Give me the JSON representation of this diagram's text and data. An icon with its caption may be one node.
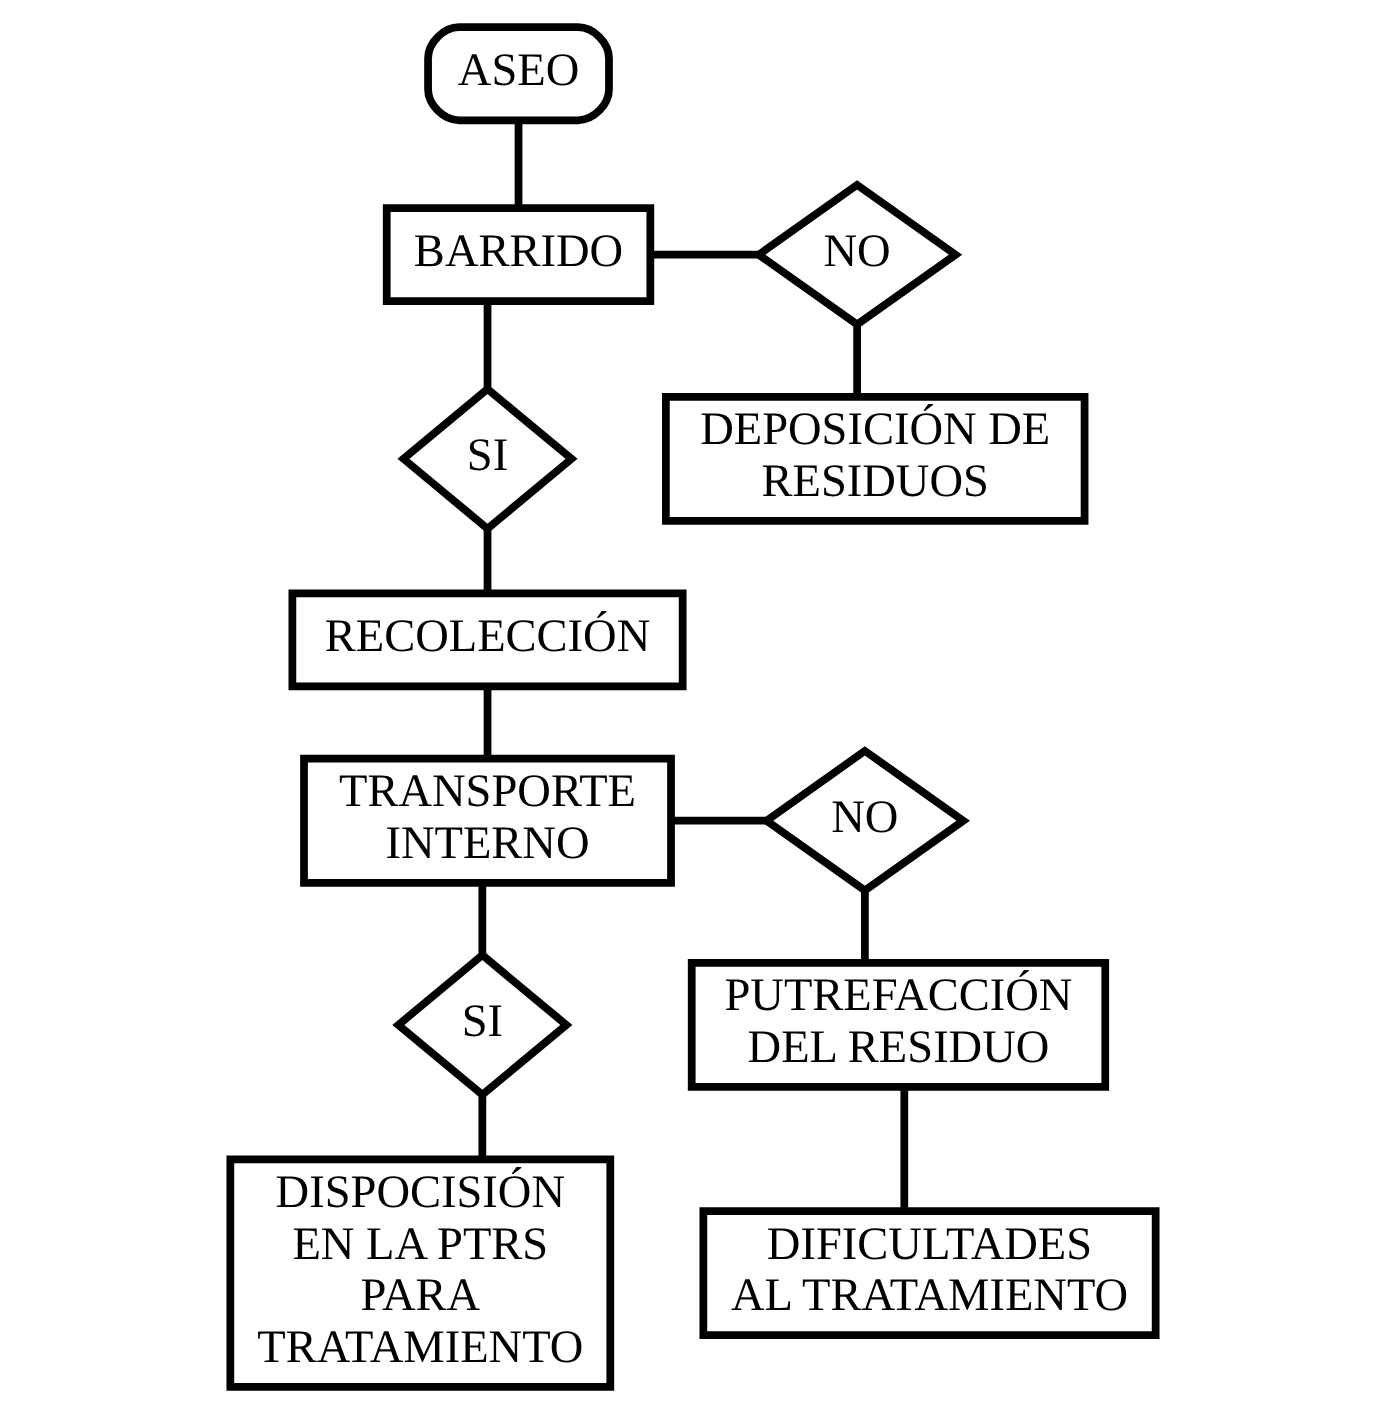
{
  "diagram": {
    "nodes": [
      {
        "text": [
          "ASEO"
        ]
      },
      {
        "text": [
          "BARRIDO"
        ]
      },
      {
        "text": [
          "NO"
        ]
      },
      {
        "text": [
          "DEPOSICIÓN DE RESIDUOS"
        ]
      },
      {
        "text": [
          "SI"
        ]
      },
      {
        "text": [
          "RECOLECCIÓN"
        ]
      },
      {
        "text": [
          "TRANSPORTE INTERNO"
        ]
      },
      {
        "text": [
          "NO"
        ]
      },
      {
        "text": [
          "SI"
        ]
      },
      {
        "text": [
          "PUTREFACCIÓN DEL RESIDUO"
        ]
      },
      {
        "text": [
          "DISPOCISIÓN EN LA PTRS PARA TRATAMIENTO"
        ]
      },
      {
        "text": [
          "DIFICULTADES AL TRATAMIENTO"
        ]
      }
    ],
    "edges": [
      {
        "from": 0,
        "to": 1,
        "arrow": "none"
      },
      {
        "from": 1,
        "to": 2,
        "arrow": "none"
      },
      {
        "from": 2,
        "to": 3,
        "arrow": "none"
      },
      {
        "from": 1,
        "to": 4,
        "arrow": "none"
      },
      {
        "from": 4,
        "to": 5,
        "arrow": "none"
      },
      {
        "from": 5,
        "to": 6,
        "arrow": "none"
      },
      {
        "from": 6,
        "to": 7,
        "arrow": "none"
      },
      {
        "from": 7,
        "to": 9,
        "arrow": "none"
      },
      {
        "from": 6,
        "to": 8,
        "arrow": "none"
      },
      {
        "from": 8,
        "to": 10,
        "arrow": "none"
      },
      {
        "from": 9,
        "to": 11,
        "arrow": "none"
      }
    ]
  }
}
